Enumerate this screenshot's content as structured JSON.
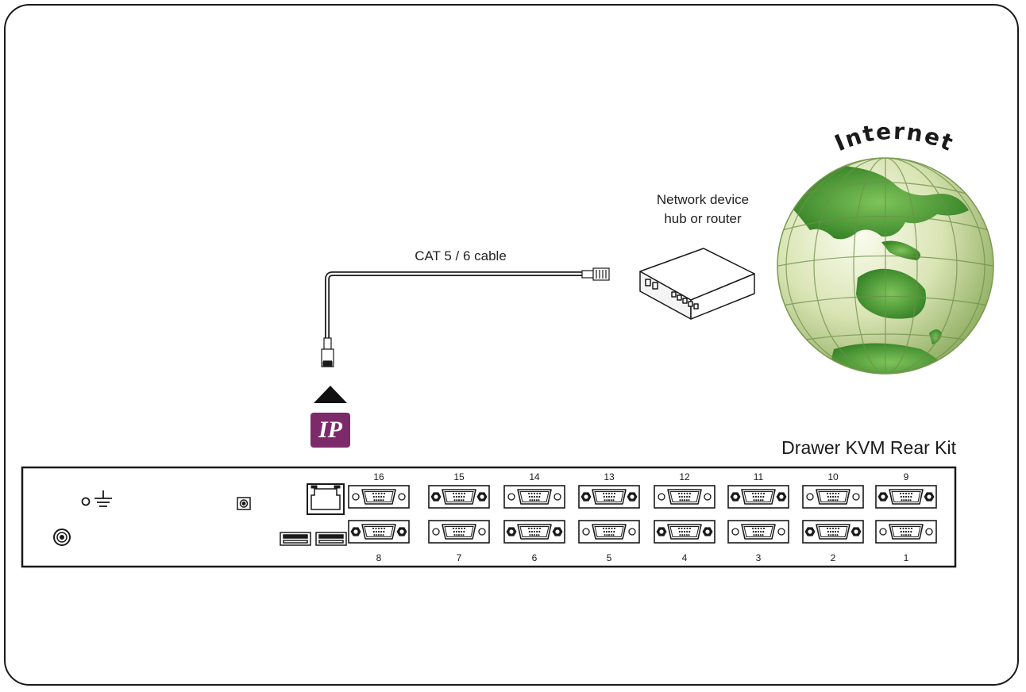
{
  "labels": {
    "cable": "CAT 5 / 6 cable",
    "network_line1": "Network device",
    "network_line2": "hub or router",
    "internet": "Internet",
    "ip": "IP",
    "kit_title": "Drawer KVM Rear Kit"
  },
  "ports": {
    "top": [
      "16",
      "15",
      "14",
      "13",
      "12",
      "11",
      "10",
      "9"
    ],
    "bottom": [
      "8",
      "7",
      "6",
      "5",
      "4",
      "3",
      "2",
      "1"
    ]
  },
  "colors": {
    "line": "#1a1a1a",
    "ip_badge": "#7d2a6b",
    "globe_ocean": "#d6e2b0",
    "globe_land": "#4e9a34"
  },
  "icons": {
    "ground": "ground-icon",
    "power": "power-jack-icon",
    "usb": "usb-port-icon",
    "lan": "rj45-port-icon"
  }
}
